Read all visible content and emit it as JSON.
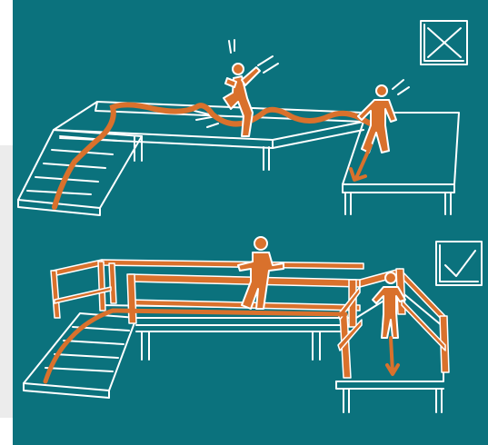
{
  "panels": [
    {
      "id": "unsafe",
      "marker": "cross-box",
      "railings": false,
      "meaning": "incorrect"
    },
    {
      "id": "safe",
      "marker": "check-box",
      "railings": true,
      "meaning": "correct"
    }
  ],
  "colors": {
    "background": "#0b727d",
    "line": "#ffffff",
    "accent": "#d9712c",
    "frame_fade": "#e9e9e9"
  },
  "icons": [
    "cross-box-icon",
    "check-box-icon",
    "tripping-person-icon",
    "falling-person-icon",
    "person-walking-icon",
    "person-at-edge-icon",
    "fall-arrow-icon"
  ]
}
